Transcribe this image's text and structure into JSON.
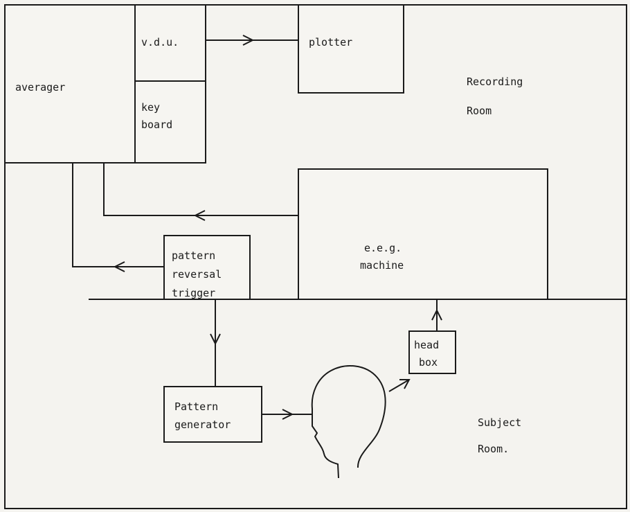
{
  "labels": {
    "averager": "averager",
    "vdu": "v.d.u.",
    "keyboard_1": "key",
    "keyboard_2": "board",
    "plotter": "plotter",
    "recording_room_1": "Recording",
    "recording_room_2": "Room",
    "eeg_1": "e.e.g.",
    "eeg_2": "machine",
    "trigger_1": "pattern",
    "trigger_2": "reversal",
    "trigger_3": "trigger",
    "generator_1": "Pattern",
    "generator_2": "generator",
    "headbox_1": "head",
    "headbox_2": "box",
    "subject_room_1": "Subject",
    "subject_room_2": "Room."
  },
  "colors": {
    "ink": "#1a1a1a",
    "paper": "#f4f3ef"
  }
}
